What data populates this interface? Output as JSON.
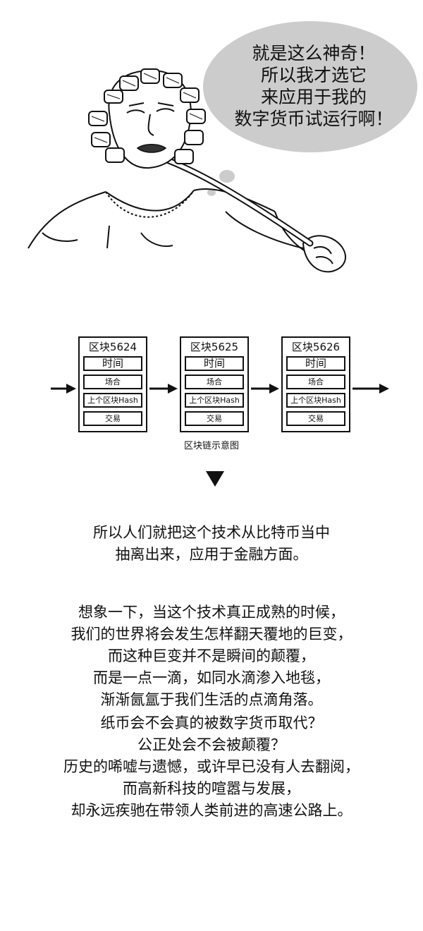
{
  "comic": {
    "speech_bubble_lines": [
      "就是这么神奇！",
      "所以我才选它",
      "来应用于我的",
      "数字货币试运行啊！"
    ]
  },
  "diagram": {
    "blocks": [
      {
        "title": "区块5624",
        "fields": [
          "时间",
          "场合",
          "上个区块Hash",
          "交易"
        ]
      },
      {
        "title": "区块5625",
        "fields": [
          "时间",
          "场合",
          "上个区块Hash",
          "交易"
        ]
      },
      {
        "title": "区块5626",
        "fields": [
          "时间",
          "场合",
          "上个区块Hash",
          "交易"
        ]
      }
    ],
    "caption": "区块链示意图"
  },
  "paragraphs": [
    [
      "所以人们就把这个技术从比特币当中",
      "抽离出来，应用于金融方面。"
    ],
    [
      "想象一下，当这个技术真正成熟的时候，",
      "我们的世界将会发生怎样翻天覆地的巨变，",
      "而这种巨变并不是瞬间的颠覆，",
      "而是一点一滴，如同水滴渗入地毯，",
      "渐渐氤氲于我们生活的点滴角落。"
    ],
    [
      "纸币会不会真的被数字货币取代？",
      "公正处会不会被颠覆？",
      "历史的唏嘘与遗憾，或许早已没有人去翻阅，",
      "而高新科技的喧嚣与发展，",
      "却永远疾驰在带领人类前进的高速公路上。"
    ]
  ]
}
